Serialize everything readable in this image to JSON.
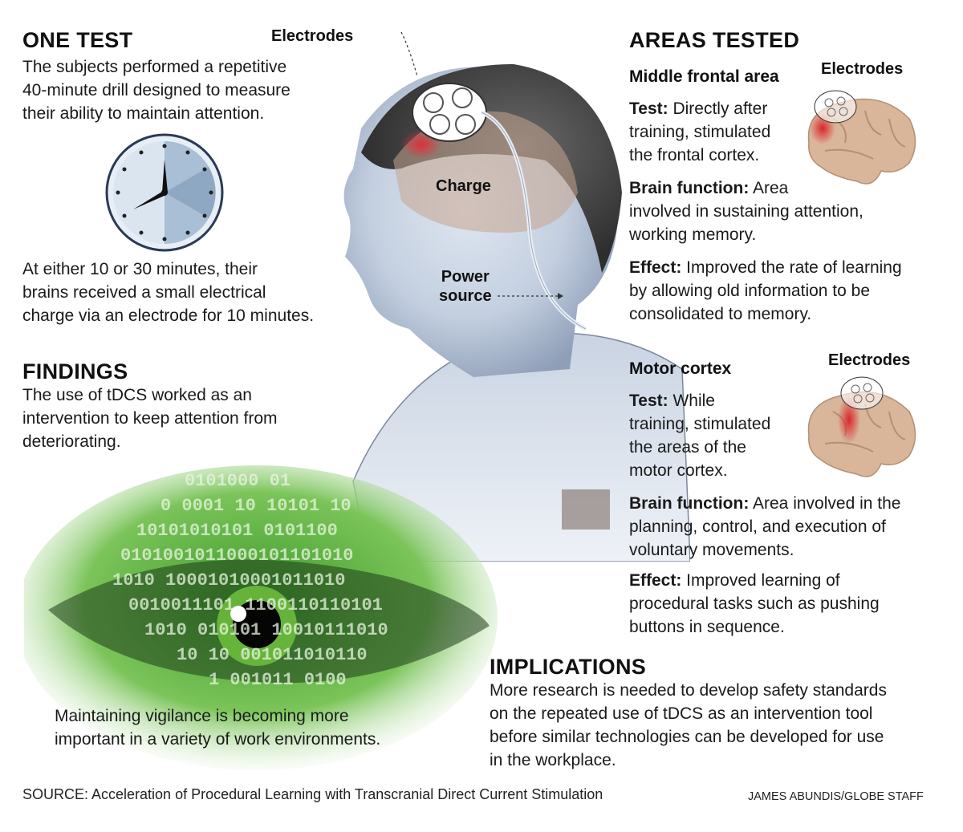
{
  "one_test": {
    "heading": "ONE TEST",
    "intro": [
      "The subjects performed a repetitive",
      "40-minute drill designed to measure",
      "their ability to maintain attention."
    ],
    "charge": [
      "At either 10 or 30 minutes, their",
      "brains received a small electrical",
      "charge via an electrode for 10 minutes."
    ]
  },
  "findings": {
    "heading": "FINDINGS",
    "lines": [
      "The use of tDCS worked as an",
      "intervention to keep attention from",
      "deteriorating."
    ]
  },
  "eye_caption": [
    "Maintaining vigilance is becoming more",
    "important in a variety of work environments."
  ],
  "illustration_labels": {
    "electrodes": "Electrodes",
    "charge": "Charge",
    "power_source": [
      "Power",
      "source"
    ]
  },
  "areas": {
    "heading": "AREAS TESTED",
    "middle_frontal": {
      "title": "Middle frontal area",
      "electrodes_label": "Electrodes",
      "test_label": "Test:",
      "test": [
        " Directly after",
        "training, stimulated",
        "the frontal cortex."
      ],
      "function_label": "Brain function:",
      "function": [
        " Area",
        "involved in sustaining attention,",
        "working memory."
      ],
      "effect_label": "Effect:",
      "effect": [
        " Improved the rate of learning",
        "by allowing old information to be",
        "consolidated to memory."
      ]
    },
    "motor": {
      "title": "Motor cortex",
      "electrodes_label": "Electrodes",
      "test_label": "Test:",
      "test": [
        " While",
        "training, stimulated",
        "the areas of the",
        "motor cortex."
      ],
      "function_label": "Brain function:",
      "function": [
        " Area involved in the",
        "planning, control, and execution of",
        "voluntary movements."
      ],
      "effect_label": "Effect:",
      "effect": [
        " Improved learning of",
        "procedural tasks such as pushing",
        "buttons in sequence."
      ]
    }
  },
  "implications": {
    "heading": "IMPLICATIONS",
    "lines": [
      "More research is needed to develop safety standards",
      "on the repeated use of tDCS as an intervention tool",
      "before similar technologies can be developed for use",
      "in the workplace."
    ]
  },
  "source": "SOURCE: Acceleration of Procedural Learning with Transcranial Direct Current Stimulation",
  "credit": "JAMES ABUNDIS/GLOBE STAFF",
  "binary_text": [
    "0101000 01",
    "0 0001 10 10101 10",
    "10101010101 0101100",
    "0101001011000101101010",
    "1010 10001010001011010",
    "0010011101 1100110110101",
    "1010 010101 10010111010",
    "10 10 001011010110",
    "1 001011 0100"
  ],
  "colors": {
    "stimulation_red": "#d9262b",
    "brain": "#d9b59a",
    "eye_green": "#4caa2a",
    "clock_face": "#a9bfd6"
  }
}
